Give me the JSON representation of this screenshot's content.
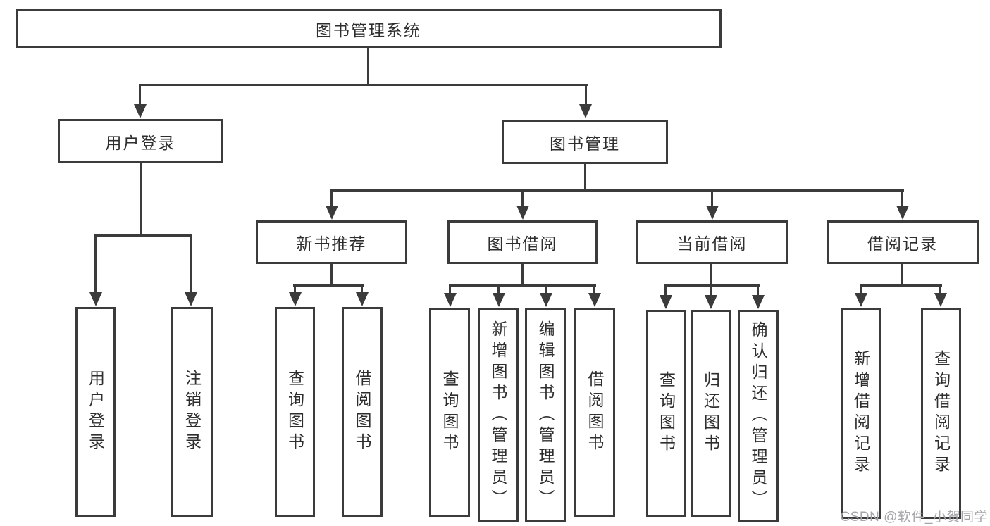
{
  "nodes": {
    "root": "图书管理系统",
    "level2": [
      "用户登录",
      "图书管理"
    ],
    "level3": [
      "新书推荐",
      "图书借阅",
      "当前借阅",
      "借阅记录"
    ],
    "leaves": [
      "用户登录",
      "注销登录",
      "查询图书",
      "借阅图书",
      "查询图书",
      "新增图书（管理员）",
      "编辑图书（管理员）",
      "借阅图书",
      "查询图书",
      "归还图书",
      "确认归还（管理员）",
      "新增借阅记录",
      "查询借阅记录"
    ]
  },
  "watermark": "CSDN @软件_小贺同学",
  "colors": {
    "line": "#3b3b3b",
    "text": "#2e2e2e",
    "background": "#ffffff",
    "watermark": "#a6a6aa"
  }
}
